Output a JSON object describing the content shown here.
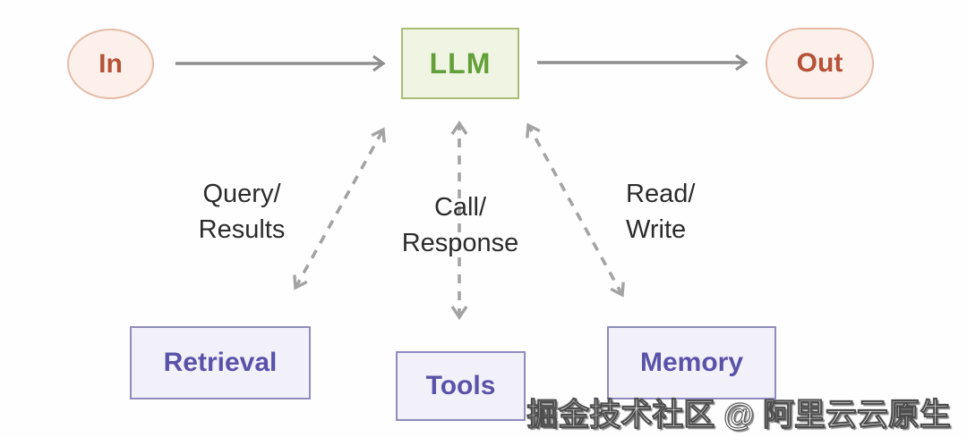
{
  "diagram": {
    "nodes": {
      "in": {
        "label": "In"
      },
      "llm": {
        "label": "LLM"
      },
      "out": {
        "label": "Out"
      },
      "retrieval": {
        "label": "Retrieval"
      },
      "tools": {
        "label": "Tools"
      },
      "memory": {
        "label": "Memory"
      }
    },
    "edge_labels": {
      "retrieval": {
        "line1": "Query/",
        "line2": "Results"
      },
      "tools": {
        "line1": "Call/",
        "line2": "Response"
      },
      "memory": {
        "line1": "Read/",
        "line2": "Write"
      }
    }
  },
  "watermark": {
    "text": "掘金技术社区 @ 阿里云云原生"
  },
  "colors": {
    "node_in_out_fill": "#fdf0ea",
    "node_in_out_border": "#e5bba8",
    "node_in_out_text": "#b65138",
    "node_llm_fill": "#eff5e2",
    "node_llm_border": "#a9bd74",
    "node_llm_text": "#64a039",
    "node_bottom_fill": "#f2f1fa",
    "node_bottom_border": "#8f8bbc",
    "node_bottom_text": "#5a52a8",
    "arrow_solid": "#8f8f8f",
    "arrow_dashed": "#a3a3a3",
    "label_text": "#2b2b2b",
    "background": "#fefefe"
  }
}
